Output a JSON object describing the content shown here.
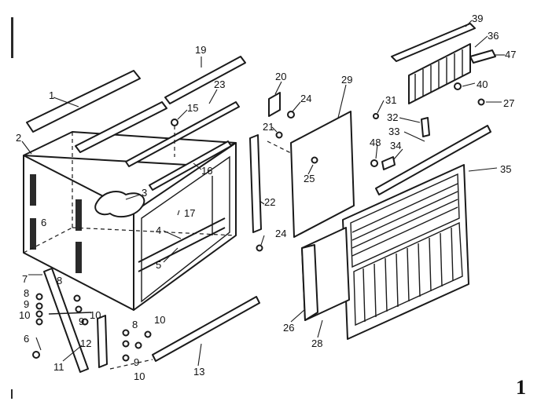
{
  "callouts": {
    "c1": "1",
    "c2": "2",
    "c3": "3",
    "c4": "4",
    "c5": "5",
    "c6a": "6",
    "c6b": "6",
    "c7": "7",
    "c8a": "8",
    "c8b": "8",
    "c8c": "8",
    "c9a": "9",
    "c9b": "9",
    "c9c": "9",
    "c10a": "10",
    "c10b": "10",
    "c10c": "10",
    "c10d": "10",
    "c11": "11",
    "c12": "12",
    "c13": "13",
    "c15": "15",
    "c16": "16",
    "c17": "17",
    "c19": "19",
    "c20": "20",
    "c21": "21",
    "c22": "22",
    "c23": "23",
    "c24a": "24",
    "c24b": "24",
    "c25": "25",
    "c26": "26",
    "c27": "27",
    "c28": "28",
    "c29": "29",
    "c31": "31",
    "c32": "32",
    "c33": "33",
    "c34": "34",
    "c35": "35",
    "c36": "36",
    "c39": "39",
    "c40": "40",
    "c47": "47",
    "c48": "48"
  },
  "page_mark": "1"
}
